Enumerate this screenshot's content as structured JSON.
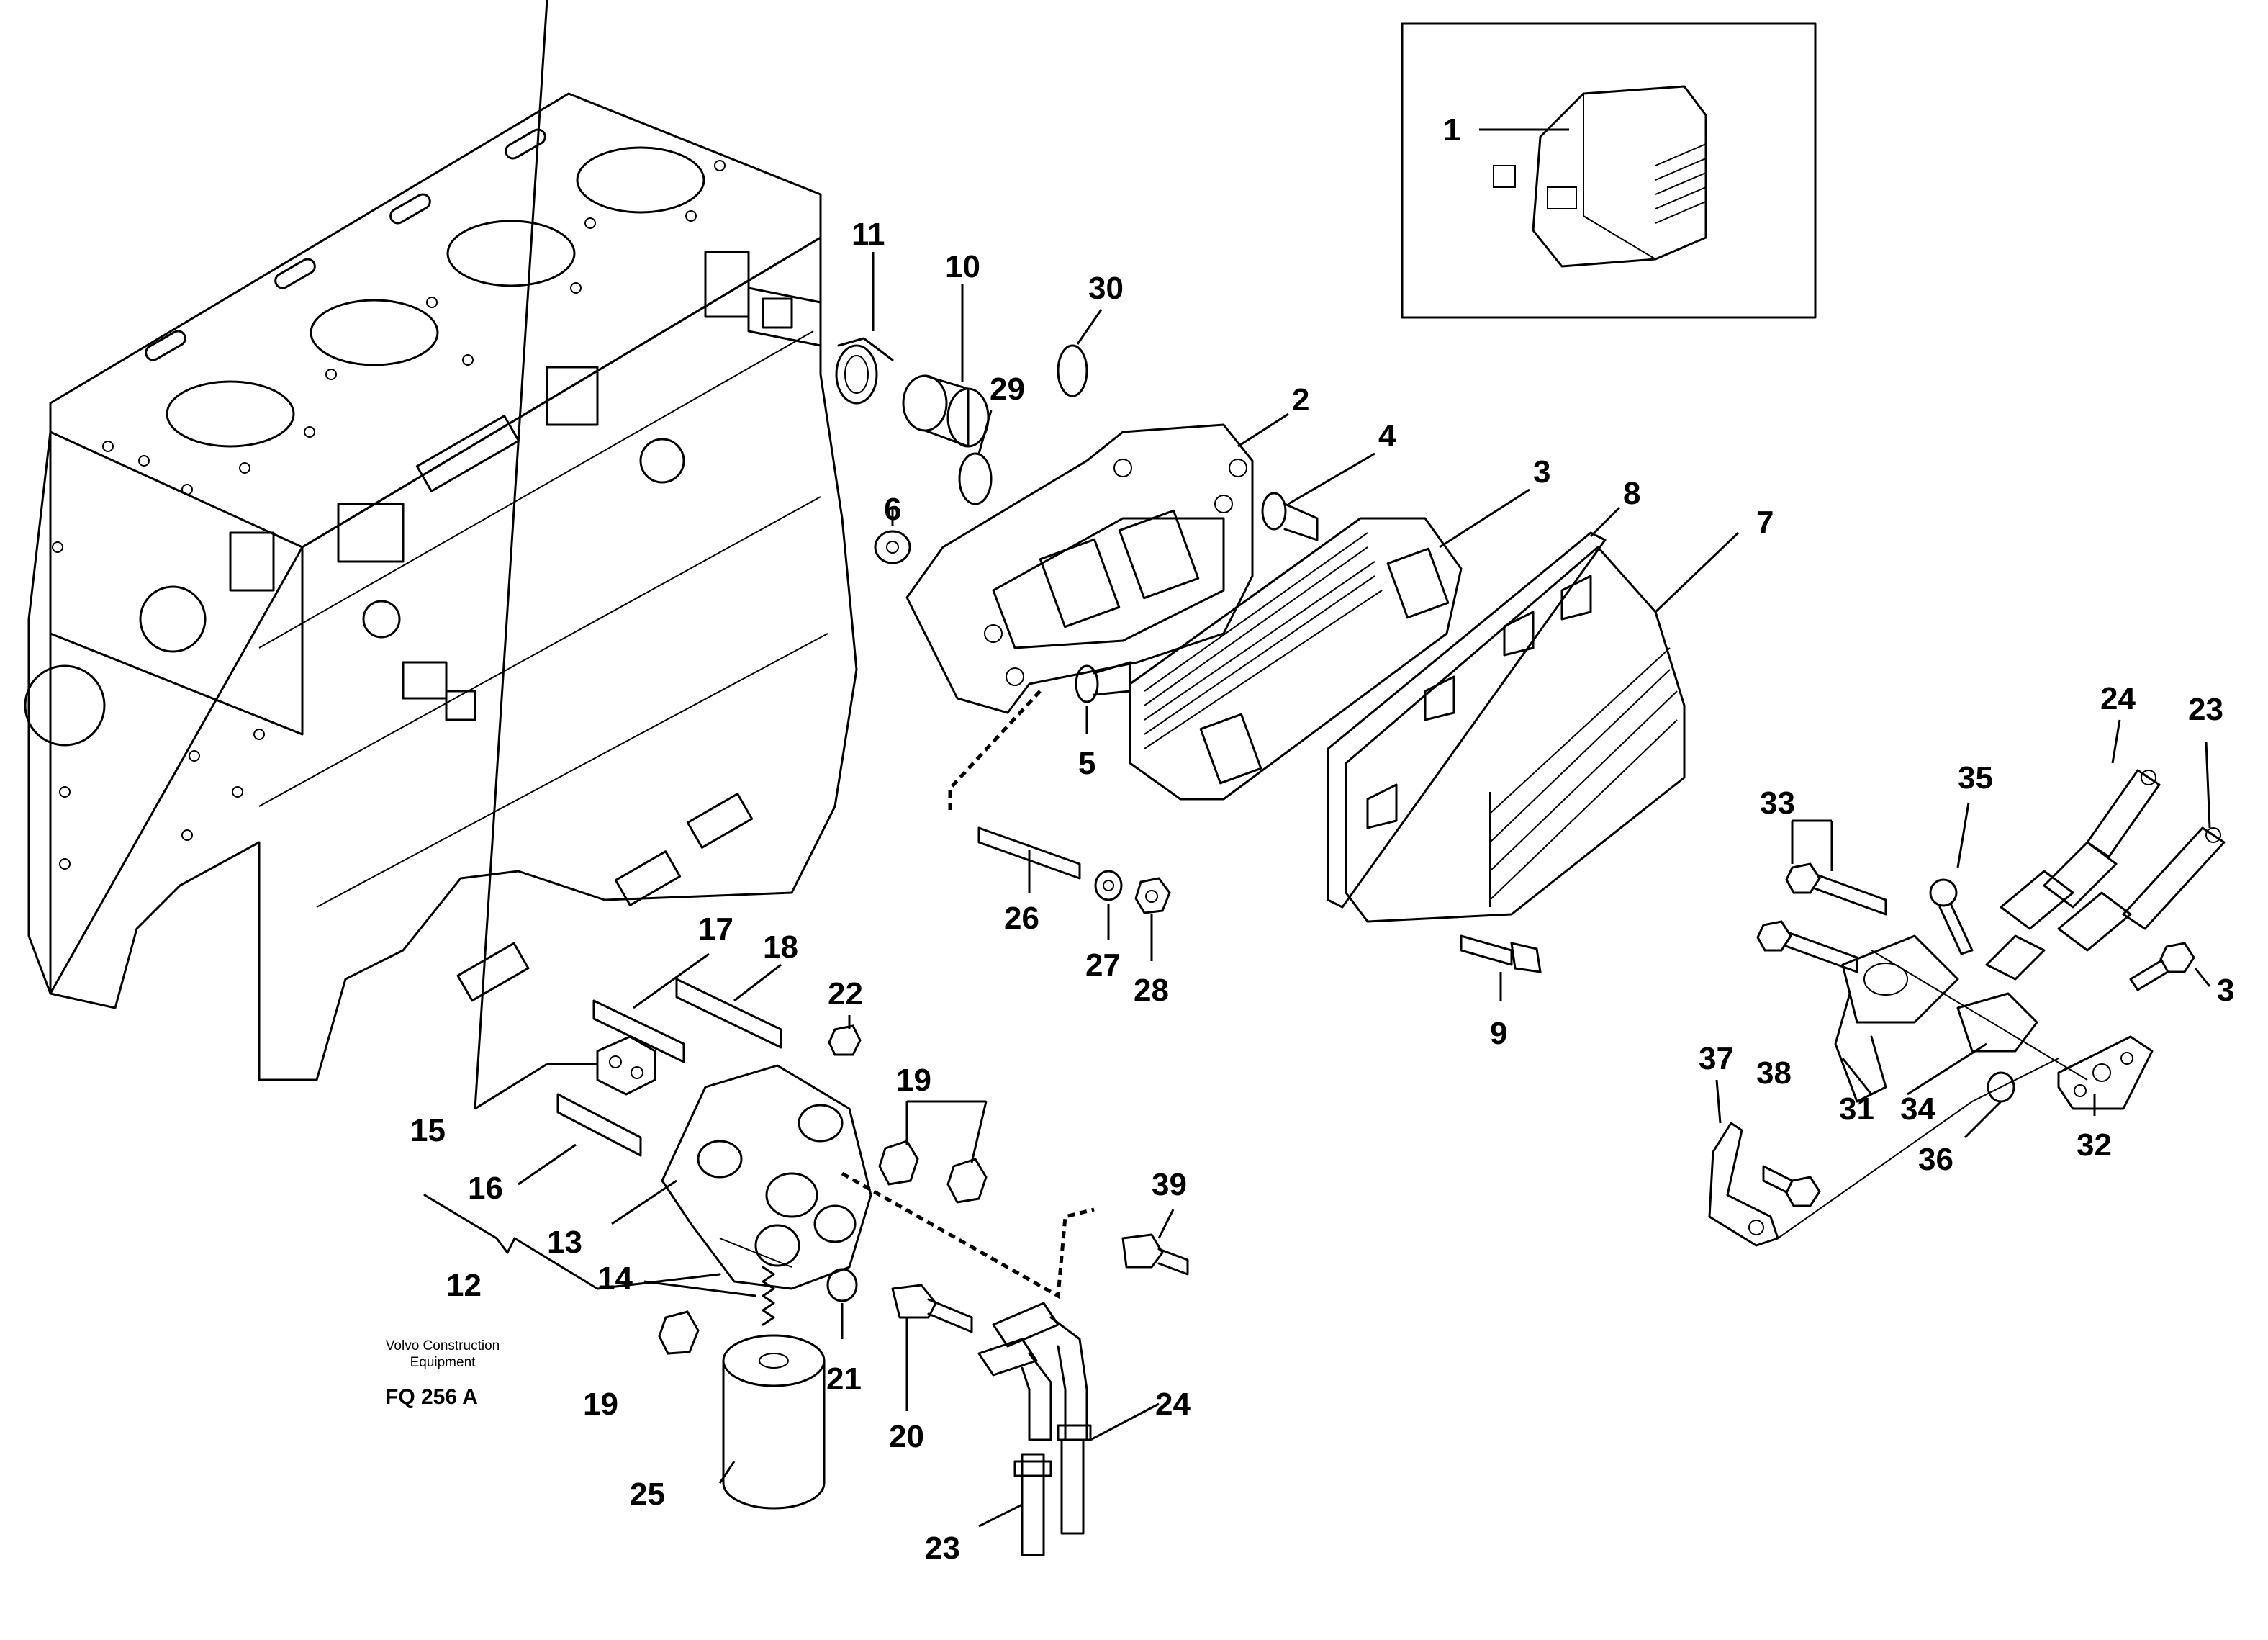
{
  "diagram": {
    "callouts": {
      "c1": "1",
      "c2": "2",
      "c3a": "3",
      "c3b": "3",
      "c4": "4",
      "c5": "5",
      "c6": "6",
      "c7": "7",
      "c8": "8",
      "c9": "9",
      "c10": "10",
      "c11": "11",
      "c12": "12",
      "c13": "13",
      "c14": "14",
      "c15": "15",
      "c16": "16",
      "c17": "17",
      "c18": "18",
      "c19a": "19",
      "c19b": "19",
      "c20": "20",
      "c21": "21",
      "c22": "22",
      "c23a": "23",
      "c23b": "23",
      "c24a": "24",
      "c24b": "24",
      "c25": "25",
      "c26": "26",
      "c27": "27",
      "c28": "28",
      "c29": "29",
      "c30": "30",
      "c31": "31",
      "c32": "32",
      "c33": "33",
      "c34": "34",
      "c35": "35",
      "c36": "36",
      "c37": "37",
      "c38": "38",
      "c39": "39"
    },
    "caption": {
      "company_line1": "Volvo Construction",
      "company_line2": "Equipment",
      "code": "FQ 256 A"
    }
  }
}
